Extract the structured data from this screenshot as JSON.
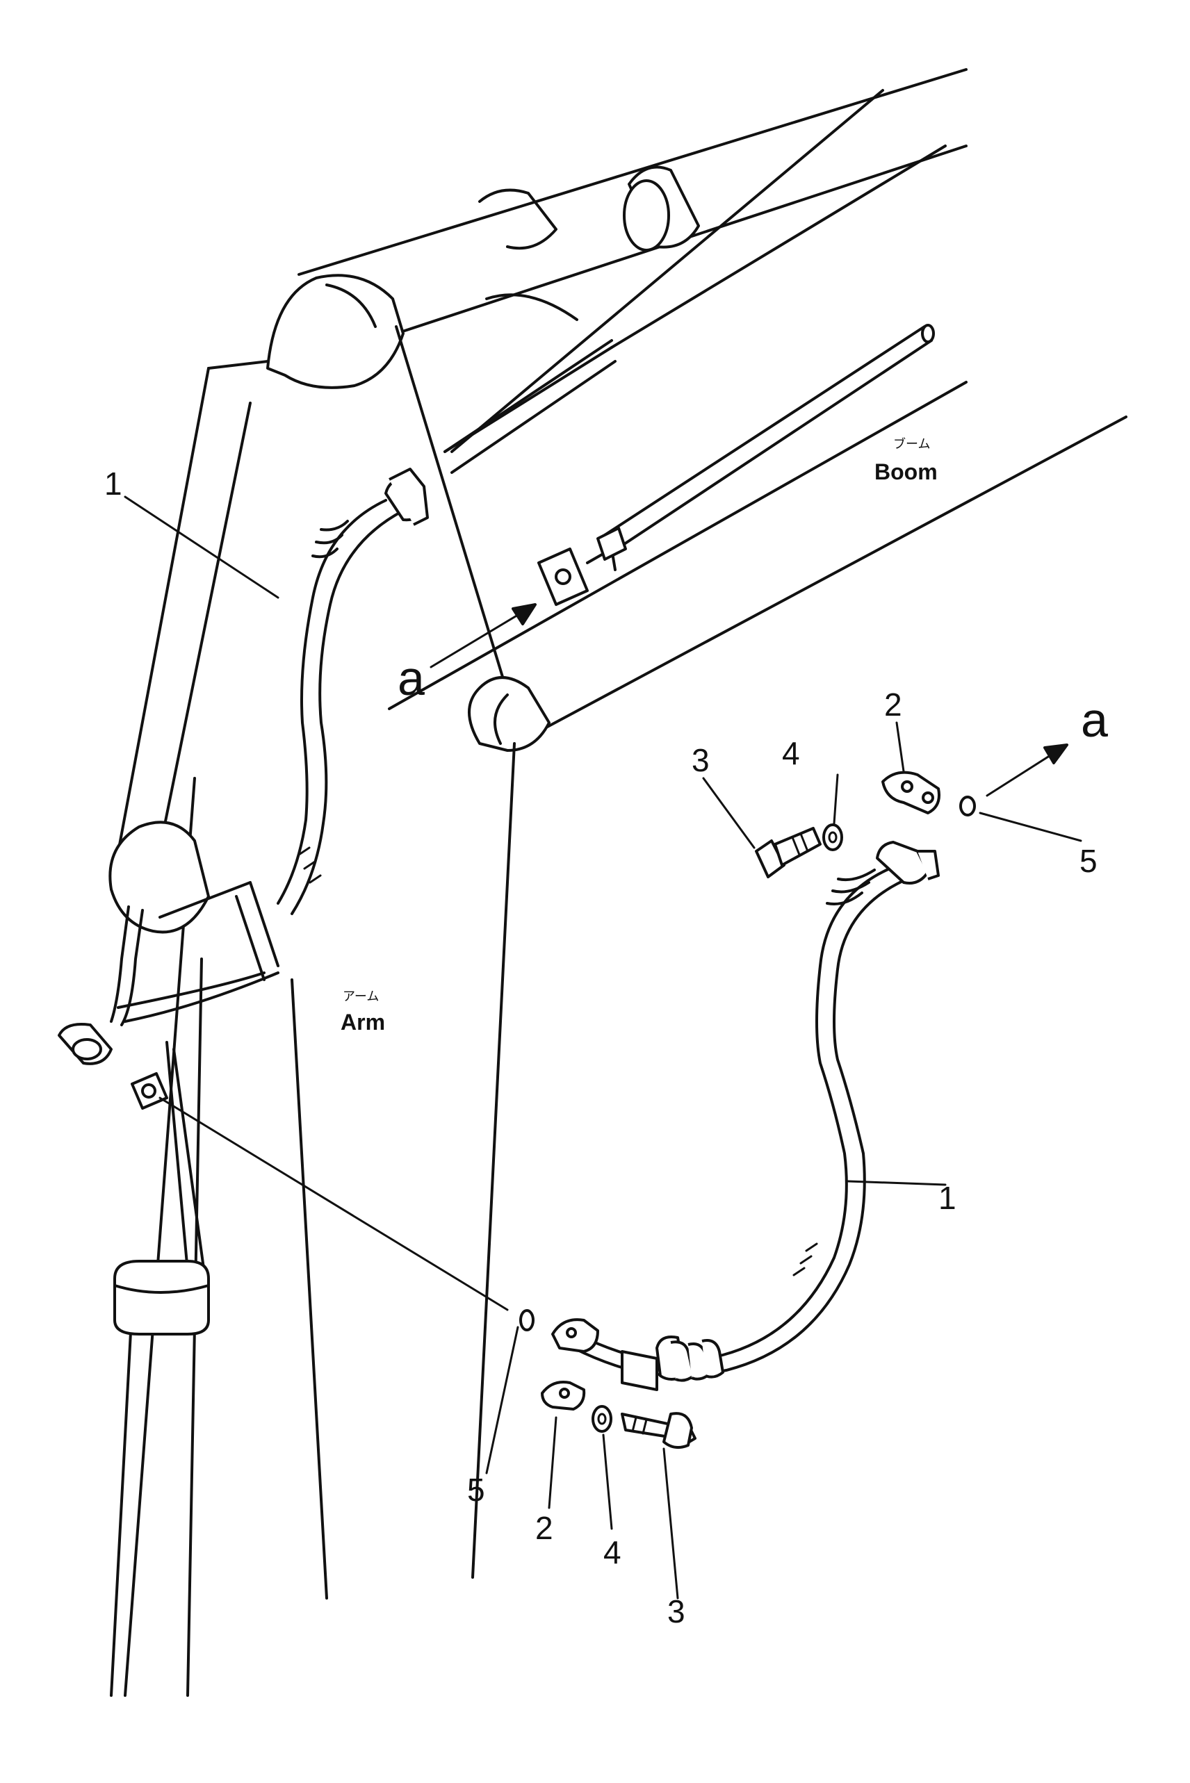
{
  "labels": {
    "boom_kana": "ブーム",
    "boom": "Boom",
    "arm_kana": "アーム",
    "arm": "Arm",
    "view_a_left": "a",
    "view_a_right": "a"
  },
  "callouts": {
    "hose_top": "1",
    "hose_bottom": "1",
    "clamp_top": "2",
    "clamp_bottom": "2",
    "bolt_top": "3",
    "bolt_bottom": "3",
    "washer_top": "4",
    "washer_bottom": "4",
    "oring_top": "5",
    "oring_bottom": "5"
  },
  "colors": {
    "ink": "#111111",
    "paper": "#ffffff"
  }
}
